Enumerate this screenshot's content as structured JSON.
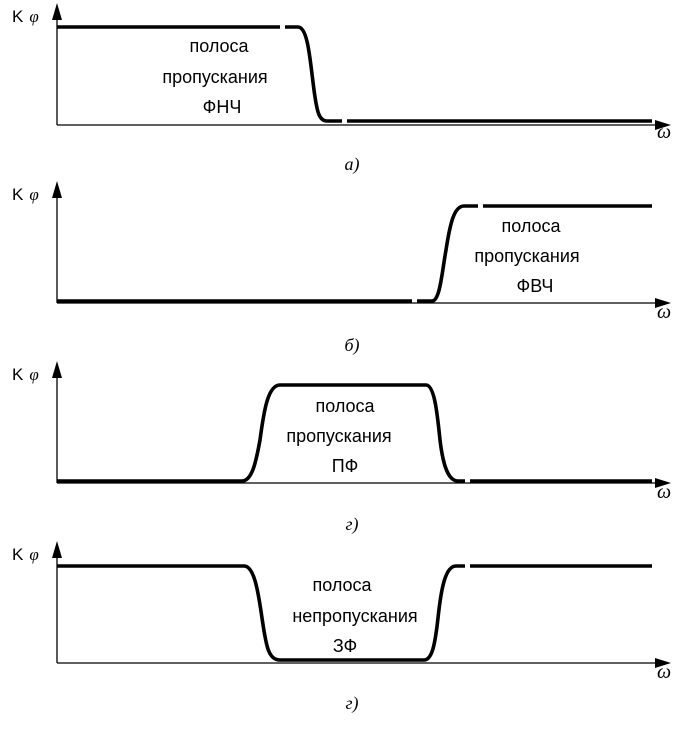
{
  "axes": {
    "y_label_k": "K",
    "y_label_phi": "φ",
    "x_label": "ω"
  },
  "panels": [
    {
      "id": "lpf",
      "band_lines": [
        "полоса",
        "пропускания",
        "ФНЧ"
      ],
      "caption": "а)"
    },
    {
      "id": "hpf",
      "band_lines": [
        "полоса",
        "пропускания",
        "ФВЧ"
      ],
      "caption": "б)"
    },
    {
      "id": "bpf",
      "band_lines": [
        "полоса",
        "пропускания",
        "ПФ"
      ],
      "caption": "г)"
    },
    {
      "id": "bsf",
      "band_lines": [
        "полоса",
        "непропускания",
        "ЗФ"
      ],
      "caption": "г)"
    }
  ]
}
